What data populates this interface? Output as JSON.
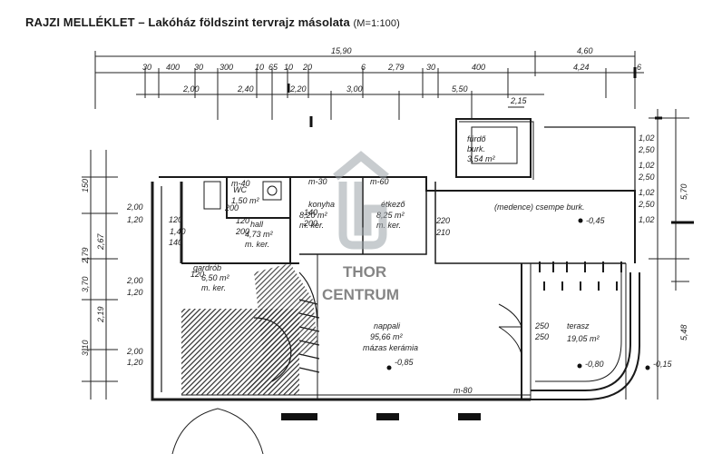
{
  "header": {
    "title": "RAJZI MELLÉKLET – Lakóház földszint tervrajz másolata",
    "scale": "(M=1:100)"
  },
  "dimensions": {
    "top_total": "15,90",
    "top_right": "4,60",
    "row1": [
      "30",
      "400",
      "30",
      "300",
      "10",
      "65",
      "10",
      "20",
      "6",
      "2,79",
      "30",
      "400",
      "4,24",
      "6"
    ],
    "row2": [
      "2,00",
      "2,40",
      "2,20",
      "3,00",
      "5,50"
    ],
    "small_215": "2,15",
    "left_vertical": [
      "2,00",
      "1,20",
      "1,40",
      "2,00",
      "1,20",
      "2,00",
      "1,20"
    ],
    "left_outer": [
      "150",
      "2,67",
      "2,79",
      "3,70",
      "2,19",
      "3,10"
    ],
    "right_vertical": [
      "1,02",
      "2,50",
      "1,02",
      "2,50",
      "1,02",
      "2,50",
      "1,02"
    ],
    "right_outer": [
      "5,70",
      "5,48"
    ],
    "openings": [
      "m-30",
      "m-60",
      "m-40",
      "m-80"
    ],
    "interior": [
      "220",
      "210",
      "250",
      "250",
      "120",
      "200",
      "140",
      "200",
      "120",
      "140",
      "120",
      "200"
    ]
  },
  "rooms": [
    {
      "name": "fürdő",
      "area": "3,54 m²",
      "floor": "burk."
    },
    {
      "name": "konyha",
      "area": "8,20 m²",
      "floor": "m. ker."
    },
    {
      "name": "étkező",
      "area": "8,25 m²",
      "floor": "m. ker."
    },
    {
      "name": "WC",
      "area": "1,50 m²",
      "floor": ""
    },
    {
      "name": "hall",
      "area": "4,73 m²",
      "floor": "m. ker."
    },
    {
      "name": "gardrób",
      "area": "6,50 m²",
      "floor": "m. ker."
    },
    {
      "name": "nappali",
      "area": "95,66 m²",
      "floor": "mázas kerámia"
    },
    {
      "name": "(medence) csempe burk.",
      "area": "",
      "floor": ""
    },
    {
      "name": "terasz",
      "area": "19,05 m²",
      "floor": ""
    }
  ],
  "levels": [
    "-0,45",
    "-0,85",
    "-0,80",
    "-0,15"
  ],
  "watermark": {
    "line1": "THOR",
    "line2": "CENTRUM",
    "color": "#9aa3a8"
  },
  "colors": {
    "ink": "#1a1a1a",
    "hatch": "#2b2b2b"
  }
}
